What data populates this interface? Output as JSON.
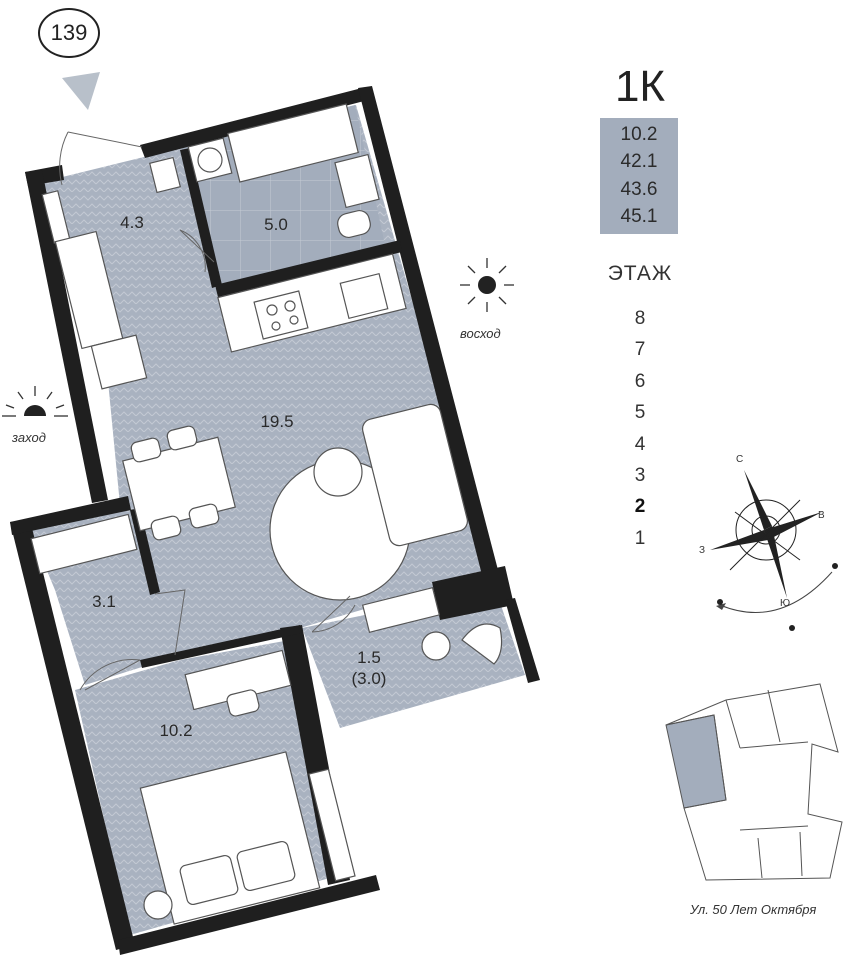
{
  "unit_number": "139",
  "rooms_type": "1К",
  "areas": [
    "10.2",
    "42.1",
    "43.6",
    "45.1"
  ],
  "floor_title": "ЭТАЖ",
  "floors": [
    "8",
    "7",
    "6",
    "5",
    "4",
    "3",
    "2",
    "1"
  ],
  "current_floor": "2",
  "rooms": {
    "hall": "4.3",
    "bathroom": "5.0",
    "living": "19.5",
    "wardrobe": "3.1",
    "bedroom": "10.2",
    "balcony_main": "1.5",
    "balcony_sub": "(3.0)"
  },
  "directions": {
    "sunrise": "восход",
    "sunset": "заход"
  },
  "compass": {
    "north": "С",
    "east": "В",
    "south": "Ю",
    "west": "З"
  },
  "street": "Ул. 50 Лет Октября",
  "colors": {
    "wall": "#1f1f1f",
    "floor_fill": "#a3adbc",
    "accent_panel": "#a3adbc",
    "plot_outline": "#555555"
  }
}
